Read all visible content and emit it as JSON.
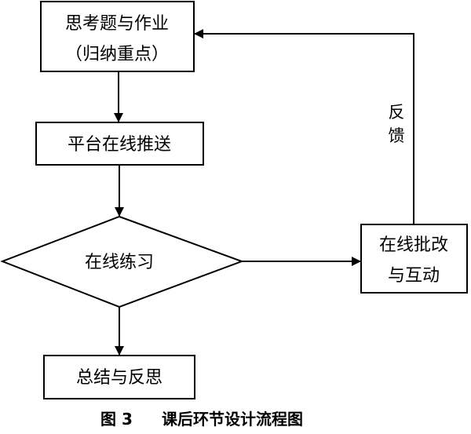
{
  "nodes": {
    "homework": {
      "line1": "思考题与作业",
      "line2": "（归纳重点）"
    },
    "push": {
      "label": "平台在线推送"
    },
    "practice": {
      "label": "在线练习"
    },
    "grading": {
      "line1": "在线批改",
      "line2": "与互动"
    },
    "summary": {
      "label": "总结与反思"
    }
  },
  "edges": {
    "feedback": {
      "char1": "反",
      "char2": "馈"
    }
  },
  "caption": {
    "figure_number": "图 3",
    "title": "课后环节设计流程图"
  }
}
